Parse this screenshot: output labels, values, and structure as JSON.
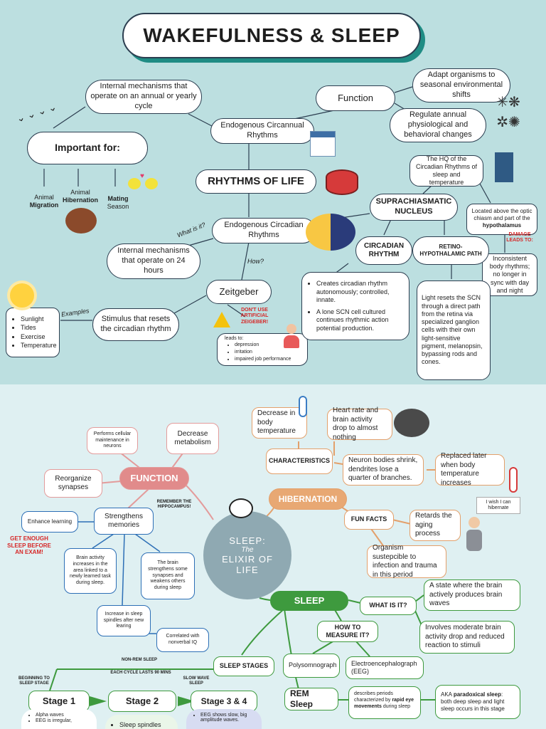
{
  "title": "WAKEFULNESS & SLEEP",
  "top": {
    "center": "RHYTHMS OF LIFE",
    "circannual": "Endogenous Circannual Rhythms",
    "annual_desc": "Internal mechanisms that operate on an annual or yearly cycle",
    "important_for": "Important for:",
    "important_items": [
      {
        "pre": "Animal",
        "bold": "Migration"
      },
      {
        "pre": "Animal",
        "bold": "Hibernation"
      },
      {
        "bold": "Mating",
        "post": "Season"
      }
    ],
    "function": "Function",
    "function_items": [
      "Adapt organisms to seasonal environmental shifts",
      "Regulate annual physiological and behavioral changes"
    ],
    "circadian": "Endogenous Circadian Rhythms",
    "what_is_it": "What is it?",
    "how": "How?",
    "daily_desc": "Internal mechanisms that operate on 24 hours",
    "zeitgeber": "Zeitgeber",
    "stimulus": "Stimulus that resets the circadian rhythm",
    "examples": "Examples",
    "example_items": [
      "Sunlight",
      "Tides",
      "Exercise",
      "Temperature"
    ],
    "dont_use": "DON'T USE ARTIFICIAL ZEIGEBER!",
    "leads_to": "leads to:",
    "leads_items": [
      "depression",
      "irritation",
      "impaired job performance"
    ],
    "scn": "SUPRACHIASMATIC NUCLEUS",
    "scn_hq": "The HQ of the Circadian Rhythms of sleep and temperature",
    "scn_loc_pre": "Located above the optic chiasm and part of the",
    "scn_loc_bold": "hypothalamus",
    "damage": "DAMAGE LEADS TO:",
    "damage_result": "Inconsistent body rhythms; no longer in sync with day and night",
    "circadian_rhythm": "CIRCADIAN RHYTHM",
    "cr_items": [
      "Creates circadian rhythm autonomously; controlled, innate.",
      "A lone SCN cell cultured continues rhythmic action potential production."
    ],
    "rht": "RETINO-HYPOTHALAMIC PATH",
    "rht_desc": "Light resets the SCN through a direct path from the retina via specialized ganglion cells with their own light-sensitive pigment, melanopsin, bypassing rods and cones."
  },
  "bottom": {
    "center_line1": "SLEEP:",
    "center_line2": "The",
    "center_line3": "ELIXIR OF LIFE",
    "function": "FUNCTION",
    "func_items": [
      "Performs cellular maintenance in neurons",
      "Decrease metabolism",
      "Reorganize synapses"
    ],
    "strengthens": "Strengthens memories",
    "remember": "REMEMBER THE HIPPOCAMPUS!",
    "enhance": "Enhance learning",
    "get_enough": "GET ENOUGH SLEEP BEFORE AN EXAM!",
    "brain_activity": "Brain activity increases in the area linked to a newly learned task during sleep.",
    "brain_strengthens": "The brain strengthens some synapses and weakens others during sleep",
    "spindles": "Increase in sleep spindles after new learing",
    "correlated": "Correlated with nonverbal IQ",
    "hibernation": "HIBERNATION",
    "characteristics": "CHARACTERISTICS",
    "char_items": [
      "Decrease in body temperature",
      "Heart rate and brain activity drop to almost nothing",
      "Neuron bodies shrink, dendrites lose a quarter of branches.",
      "Replaced later when body temperature increases"
    ],
    "fun_facts": "FUN FACTS",
    "fun_items": [
      "Retards the aging process",
      "Organism sustepcible to infection and trauma in this period"
    ],
    "wish": "I wish I can hibernate",
    "sleep": "SLEEP",
    "what_is_it": "WHAT IS IT?",
    "what_items": [
      "A state where the brain actively produces brain waves",
      "Involves moderate brain activity drop and reduced reaction to stimuli"
    ],
    "how_measure": "HOW TO MEASURE IT?",
    "measure_items": [
      "Polysomnograph",
      "Electroencephalograph (EEG)"
    ],
    "sleep_stages": "SLEEP STAGES",
    "non_rem": "NON-REM SLEEP",
    "cycle": "EACH CYCLE LASTS 90 MINS",
    "beginning": "BEGINNING TO SLEEP STAGE",
    "slow_wave": "SLOW WAVE SLEEP",
    "stages": [
      "Stage 1",
      "Stage 2",
      "Stage 3 & 4"
    ],
    "stage1_items": [
      "Alpha waves",
      "EEG is irregular,"
    ],
    "stage2_items": [
      "Sleep spindles"
    ],
    "stage3_items": [
      "EEG shows slow, big amplitude waves."
    ],
    "rem": "REM Sleep",
    "rem_desc_pre": "describes periods characterized by",
    "rem_desc_bold": "rapid eye movements",
    "rem_desc_post": "during sleep",
    "rem_aka_pre": "AKA",
    "rem_aka_bold": "paradoxical sleep",
    "rem_aka_post": ": both deep sleep and light sleep occurs in this stage"
  }
}
